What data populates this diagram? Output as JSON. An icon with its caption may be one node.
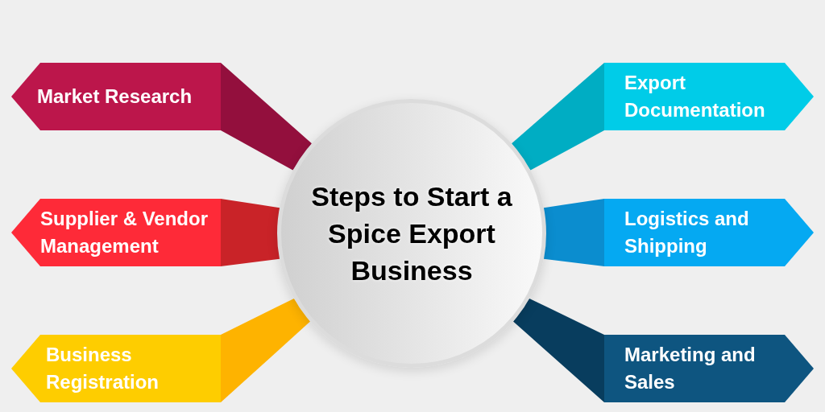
{
  "diagram": {
    "nodes": [
      {
        "text": [
          "Steps to Start a Spice Export Business"
        ]
      },
      {
        "text": [
          "Market Research"
        ]
      },
      {
        "text": [
          "Supplier & Vendor Management"
        ]
      },
      {
        "text": [
          "Business Registration"
        ]
      },
      {
        "text": [
          "Export Documentation"
        ]
      },
      {
        "text": [
          "Logistics and Shipping"
        ]
      },
      {
        "text": [
          "Marketing and Sales"
        ]
      }
    ],
    "edges": [
      {
        "from": 0,
        "to": 1,
        "arrow": "none",
        "color": "#930f3d"
      },
      {
        "from": 0,
        "to": 2,
        "arrow": "none",
        "color": "#c92328"
      },
      {
        "from": 0,
        "to": 3,
        "arrow": "none",
        "color": "#feb300"
      },
      {
        "from": 0,
        "to": 4,
        "arrow": "none",
        "color": "#00adc3"
      },
      {
        "from": 0,
        "to": 5,
        "arrow": "none",
        "color": "#0b8dcf"
      },
      {
        "from": 0,
        "to": 6,
        "arrow": "none",
        "color": "#083d5e"
      }
    ]
  }
}
